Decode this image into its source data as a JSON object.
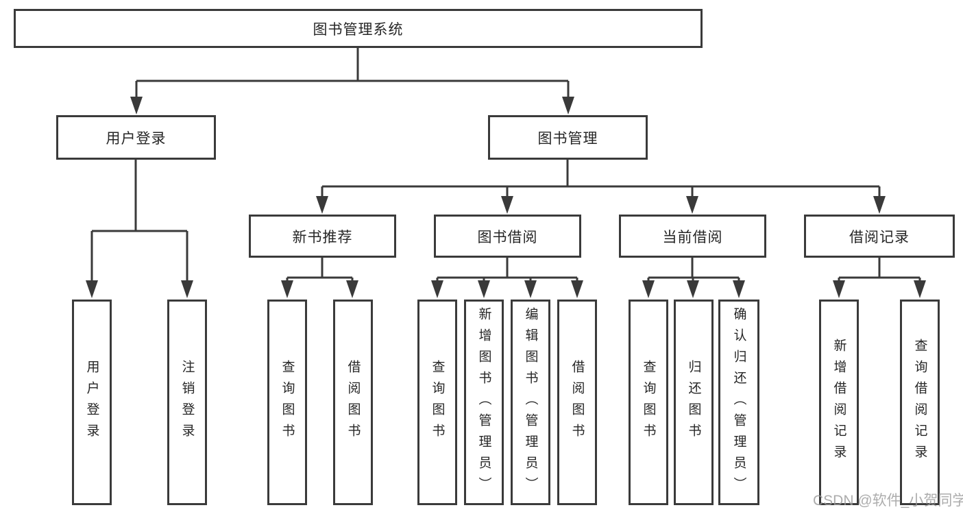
{
  "diagram": {
    "watermark": "CSDN @软件_小贺同学",
    "colors": {
      "line": "#3a3a3a",
      "box_background": "#ffffff",
      "text": "#262626",
      "watermark": "#9b9b9b"
    },
    "nodes": {
      "root": {
        "label": "图书管理系统"
      },
      "level2": [
        {
          "label": "用户登录"
        },
        {
          "label": "图书管理"
        }
      ],
      "level3": [
        {
          "label": "新书推荐"
        },
        {
          "label": "图书借阅"
        },
        {
          "label": "当前借阅"
        },
        {
          "label": "借阅记录"
        }
      ],
      "leaves": {
        "user_login": [
          {
            "label": "用户登录"
          },
          {
            "label": "注销登录"
          }
        ],
        "new_book_rec": [
          {
            "label": "查询图书"
          },
          {
            "label": "借阅图书"
          }
        ],
        "book_borrow": [
          {
            "label": "查询图书"
          },
          {
            "label": "新增图书（管理员）"
          },
          {
            "label": "编辑图书（管理员）"
          },
          {
            "label": "借阅图书"
          }
        ],
        "current_borrow": [
          {
            "label": "查询图书"
          },
          {
            "label": "归还图书"
          },
          {
            "label": "确认归还（管理员）"
          }
        ],
        "borrow_record": [
          {
            "label": "新增借阅记录"
          },
          {
            "label": "查询借阅记录"
          }
        ]
      }
    }
  }
}
